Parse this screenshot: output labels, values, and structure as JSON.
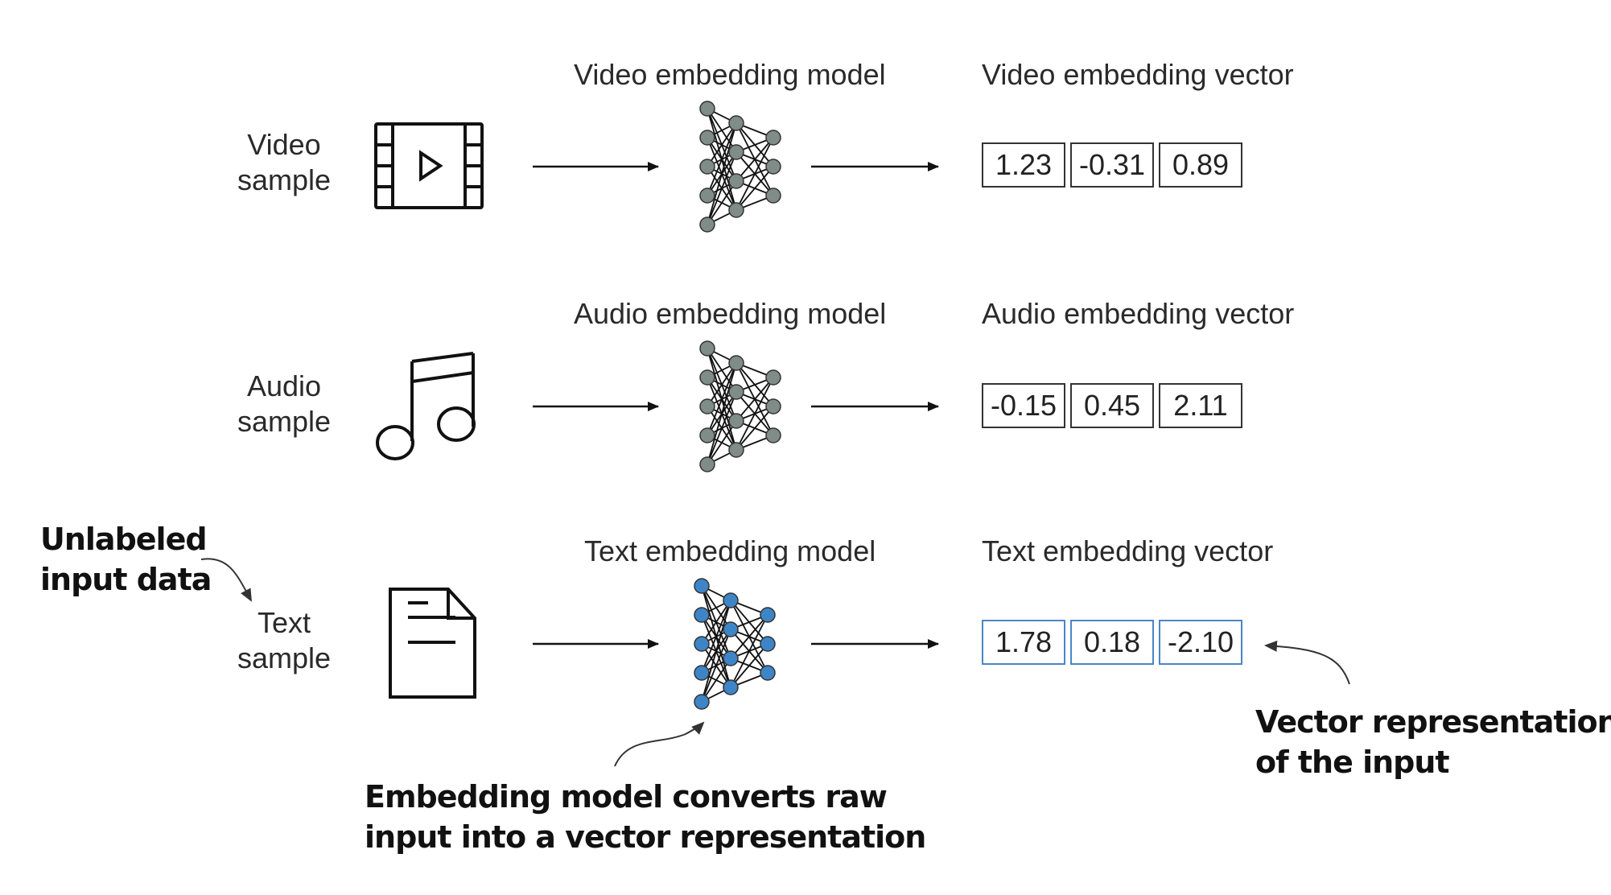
{
  "rows": [
    {
      "sample_label": [
        "Video",
        "sample"
      ],
      "sample_icon": "video-film-icon",
      "model_label": "Video embedding model",
      "vector_label": "Video embedding vector",
      "vector": [
        "1.23",
        "-0.31",
        "0.89"
      ],
      "node_color": "#7f8c87",
      "highlight": false
    },
    {
      "sample_label": [
        "Audio",
        "sample"
      ],
      "sample_icon": "music-note-icon",
      "model_label": "Audio embedding model",
      "vector_label": "Audio embedding vector",
      "vector": [
        "-0.15",
        "0.45",
        "2.11"
      ],
      "node_color": "#7f8c87",
      "highlight": false
    },
    {
      "sample_label": [
        "Text",
        "sample"
      ],
      "sample_icon": "document-icon",
      "model_label": "Text embedding model",
      "vector_label": "Text embedding vector",
      "vector": [
        "1.78",
        "0.18",
        "-2.10"
      ],
      "node_color": "#3d85c6",
      "highlight": true
    }
  ],
  "callouts": {
    "unlabeled": [
      "Unlabeled",
      "input data"
    ],
    "model": [
      "Embedding model converts raw",
      "input into a vector representation"
    ],
    "vector": [
      "Vector representation",
      "of the input"
    ]
  },
  "colors": {
    "highlight_border": "#4a86c5",
    "neutral_node": "#7f8c87",
    "accent_node": "#3d85c6"
  }
}
